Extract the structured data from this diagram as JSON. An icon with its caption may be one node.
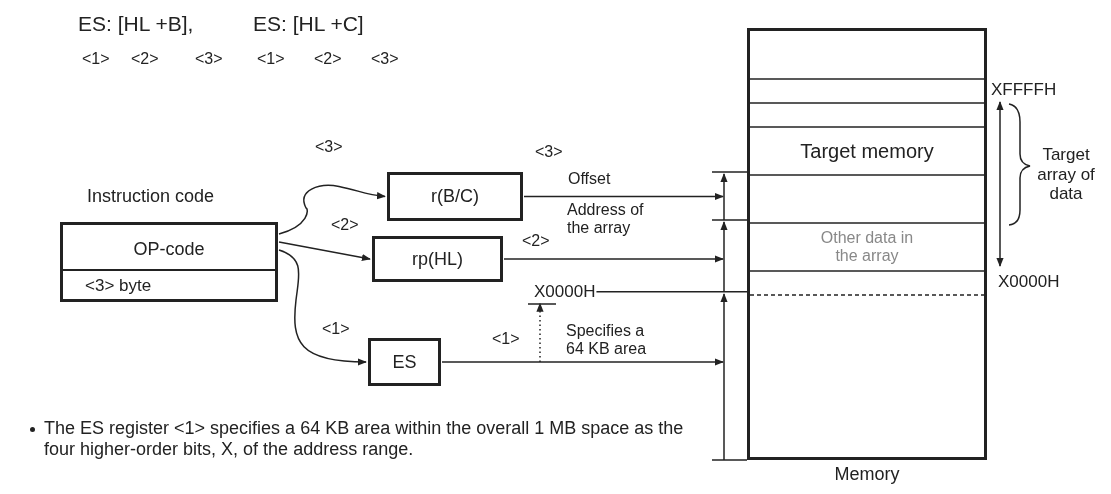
{
  "diagram": {
    "nodes": [
      {
        "text": [
          "Instruction code",
          "OP-code",
          "<3> byte"
        ]
      },
      {
        "text": [
          "r(B/C)"
        ]
      },
      {
        "text": [
          "rp(HL)"
        ]
      },
      {
        "text": [
          "ES"
        ]
      },
      {
        "text": [
          "Memory"
        ]
      },
      {
        "text": [
          "Target memory"
        ],
        "in": 4
      },
      {
        "text": [
          "Other data in the array"
        ],
        "in": 4
      },
      {
        "text": [
          "X0000H"
        ]
      }
    ],
    "edges": [
      {
        "from": 0,
        "to": 1,
        "arrow": "to"
      },
      {
        "from": 0,
        "to": 2,
        "arrow": "to"
      },
      {
        "from": 0,
        "to": 3,
        "arrow": "to"
      },
      {
        "from": 1,
        "to": 4,
        "arrow": "to",
        "label": "Offset"
      },
      {
        "from": 2,
        "to": 4,
        "arrow": "to",
        "label": "Address of the array"
      },
      {
        "from": 3,
        "to": 4,
        "arrow": "to",
        "label": "Specifies a 64 KB area"
      },
      {
        "from": null,
        "to": 7,
        "arrow": "to",
        "style": "dashed"
      },
      {
        "from": 7,
        "to": 4,
        "arrow": "none"
      }
    ],
    "labels": [
      "ES: [HL +B],",
      "ES: [HL +C]",
      "<1>",
      "<2>",
      "<3>",
      "<1>",
      "<2>",
      "<3>",
      "<3>",
      "<3>",
      "XFFFFH",
      "Target array of data",
      "<2>",
      "<2>",
      "X0000H",
      "<1>",
      "<1>",
      "The ES register <1> specifies a 64 KB area within the overall 1 MB space as the four higher-order bits, X, of the address range."
    ]
  }
}
